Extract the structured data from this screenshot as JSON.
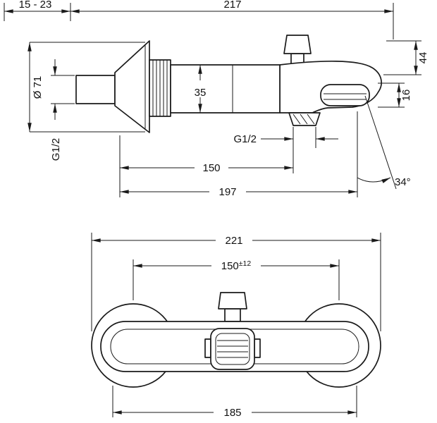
{
  "page": {
    "background": "#ffffff",
    "line_color": "#1a1a1a"
  },
  "side_view": {
    "dims": {
      "projection_range": "15 - 23",
      "overall_length": "217",
      "escutcheon_diameter": "Ø 71",
      "inlet_thread": "G1/2",
      "body_height": "35",
      "spout_end_height": "44",
      "outlet_height": "16",
      "outlet_thread": "G1/2",
      "outlet_distance": "150",
      "spout_reach": "197",
      "spout_angle": "34°"
    }
  },
  "front_view": {
    "dims": {
      "overall_width": "221",
      "connection_centers": "150",
      "connection_tolerance": "±12",
      "body_width": "185"
    }
  }
}
